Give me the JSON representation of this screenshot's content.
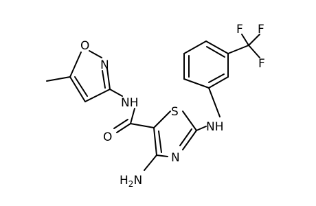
{
  "molecule": {
    "atoms": {
      "ring_o": "O",
      "ring_n_isox": "N",
      "amide_nh": "NH",
      "carbonyl_o": "O",
      "thiazole_s": "S",
      "thiazole_n": "N",
      "amine_nh": "NH",
      "amino_n": "N",
      "amino_h": "H",
      "amino_sub": "2",
      "f_left": "F",
      "f_top": "F",
      "f_right": "F"
    }
  }
}
